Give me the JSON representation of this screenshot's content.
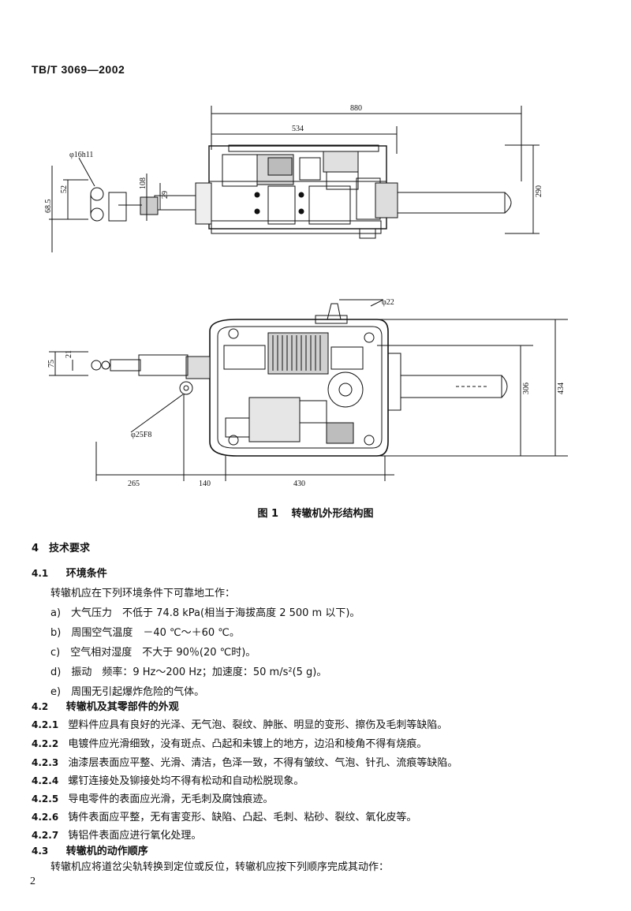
{
  "header": {
    "doc_code": "TB/T 3069—2002"
  },
  "figure": {
    "label": "图 1",
    "title": "转辙机外形结构图",
    "dims": {
      "d880": "880",
      "d534": "534",
      "phi16": "φ16h11",
      "d68_5": "68.5",
      "d52": "52",
      "d108": "108",
      "d29": "29",
      "d290": "290",
      "phi22": "φ22",
      "d75": "75",
      "d21": "21",
      "phi25": "φ25F8",
      "d306": "306",
      "d434": "434",
      "d265": "265",
      "d140": "140",
      "d430": "430"
    }
  },
  "section4": {
    "title": "4　技术要求",
    "s41": {
      "num": "4.1",
      "title": "环境条件",
      "intro": "转辙机应在下列环境条件下可靠地工作：",
      "items": [
        "a)　大气压力　不低于 74.8 kPa(相当于海拔高度 2 500 m 以下)。",
        "b)　周围空气温度　－40 ℃～＋60 ℃。",
        "c)　空气相对湿度　不大于 90％(20 ℃时)。",
        "d)　振动　频率：9 Hz～200 Hz；加速度：50 m/s²(5 g)。",
        "e)　周围无引起爆炸危险的气体。"
      ]
    },
    "s42": {
      "num": "4.2",
      "title": "转辙机及其零部件的外观",
      "items": [
        {
          "num": "4.2.1",
          "text": "塑料件应具有良好的光泽、无气泡、裂纹、肿胀、明显的变形、擦伤及毛刺等缺陷。"
        },
        {
          "num": "4.2.2",
          "text": "电镀件应光滑细致，没有斑点、凸起和未镀上的地方，边沿和棱角不得有烧痕。"
        },
        {
          "num": "4.2.3",
          "text": "油漆层表面应平整、光滑、清洁，色泽一致，不得有皱纹、气泡、针孔、流痕等缺陷。"
        },
        {
          "num": "4.2.4",
          "text": "螺钉连接处及铆接处均不得有松动和自动松脱现象。"
        },
        {
          "num": "4.2.5",
          "text": "导电零件的表面应光滑，无毛刺及腐蚀痕迹。"
        },
        {
          "num": "4.2.6",
          "text": "铸件表面应平整，无有害变形、缺陷、凸起、毛刺、粘砂、裂纹、氧化皮等。"
        },
        {
          "num": "4.2.7",
          "text": "铸铝件表面应进行氧化处理。"
        }
      ]
    },
    "s43": {
      "num": "4.3",
      "title": "转辙机的动作顺序",
      "intro": "转辙机应将道岔尖轨转换到定位或反位，转辙机应按下列顺序完成其动作："
    }
  },
  "page": {
    "number": "2"
  }
}
